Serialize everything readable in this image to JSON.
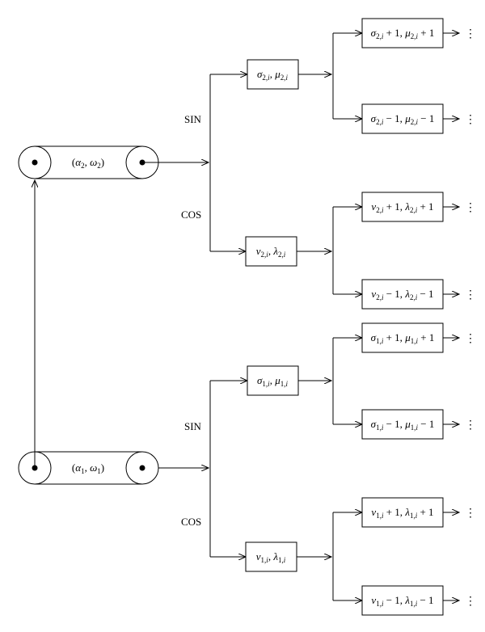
{
  "pulleys": [
    {
      "id": "top",
      "label": "(α2, ω2)"
    },
    {
      "id": "bottom",
      "label": "(α1, ω1)"
    }
  ],
  "groups": [
    {
      "sin_label": "SIN",
      "cos_label": "COS",
      "mid": [
        {
          "id": "g2-sin",
          "text": "σ2,i, μ2,i"
        },
        {
          "id": "g2-cos",
          "text": "ν2,i, λ2,i"
        }
      ],
      "leaves": [
        {
          "id": "g2-sin-plus",
          "text": "σ2,i + 1, μ2,i + 1"
        },
        {
          "id": "g2-sin-minus",
          "text": "σ2,i − 1, μ2,i − 1"
        },
        {
          "id": "g2-cos-plus",
          "text": "ν2,i + 1, λ2,i + 1"
        },
        {
          "id": "g2-cos-minus",
          "text": "ν2,i − 1, λ2,i − 1"
        }
      ]
    },
    {
      "sin_label": "SIN",
      "cos_label": "COS",
      "mid": [
        {
          "id": "g1-sin",
          "text": "σ1,i, μ1,i"
        },
        {
          "id": "g1-cos",
          "text": "ν1,i, λ1,i"
        }
      ],
      "leaves": [
        {
          "id": "g1-sin-plus",
          "text": "σ1,i + 1, μ1,i + 1"
        },
        {
          "id": "g1-sin-minus",
          "text": "σ1,i − 1, μ1,i − 1"
        },
        {
          "id": "g1-cos-plus",
          "text": "ν1,i + 1, λ1,i + 1"
        },
        {
          "id": "g1-cos-minus",
          "text": "ν1,i − 1, λ1,i − 1"
        }
      ]
    }
  ],
  "continuation": "⋮"
}
